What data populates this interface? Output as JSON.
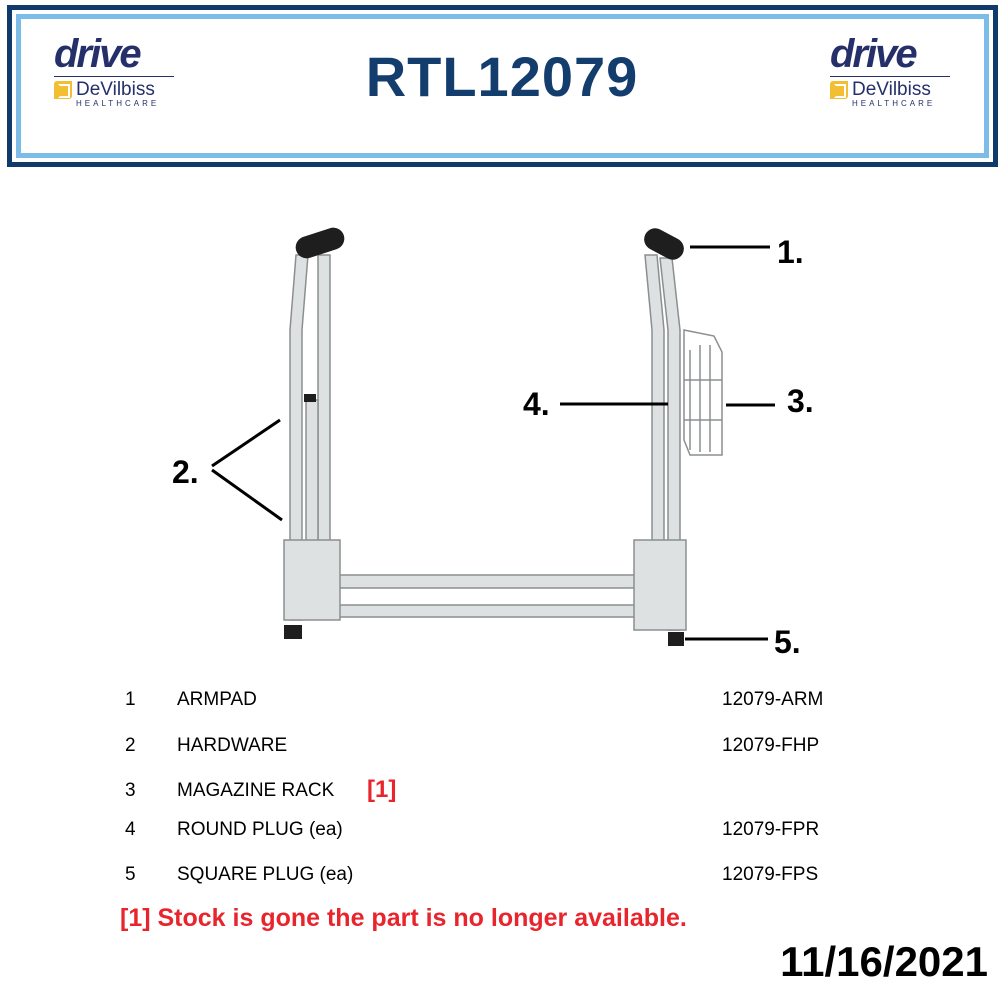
{
  "header": {
    "title": "RTL12079",
    "logo_left": {
      "brand": "drive",
      "sub": "DeVilbiss",
      "tag": "HEALTHCARE"
    },
    "logo_right": {
      "brand": "drive",
      "sub": "DeVilbiss",
      "tag": "HEALTHCARE"
    }
  },
  "callouts": [
    "1.",
    "2.",
    "3.",
    "4.",
    "5."
  ],
  "parts": [
    {
      "num": "1",
      "name": "ARMPAD",
      "part": "12079-ARM"
    },
    {
      "num": "2",
      "name": "HARDWARE",
      "part": "12079-FHP"
    },
    {
      "num": "3",
      "name": "MAGAZINE RACK",
      "part": "",
      "ref": "[1]"
    },
    {
      "num": "4",
      "name": "ROUND PLUG (ea)",
      "part": "12079-FPR"
    },
    {
      "num": "5",
      "name": "SQUARE PLUG (ea)",
      "part": "12079-FPS"
    }
  ],
  "footnote": "[1] Stock is gone the part is no longer available.",
  "date": "11/16/2021",
  "colors": {
    "navy": "#0f3a6b",
    "light_blue": "#7bbde8",
    "red": "#e8242d",
    "logo_yellow": "#f2be32"
  }
}
